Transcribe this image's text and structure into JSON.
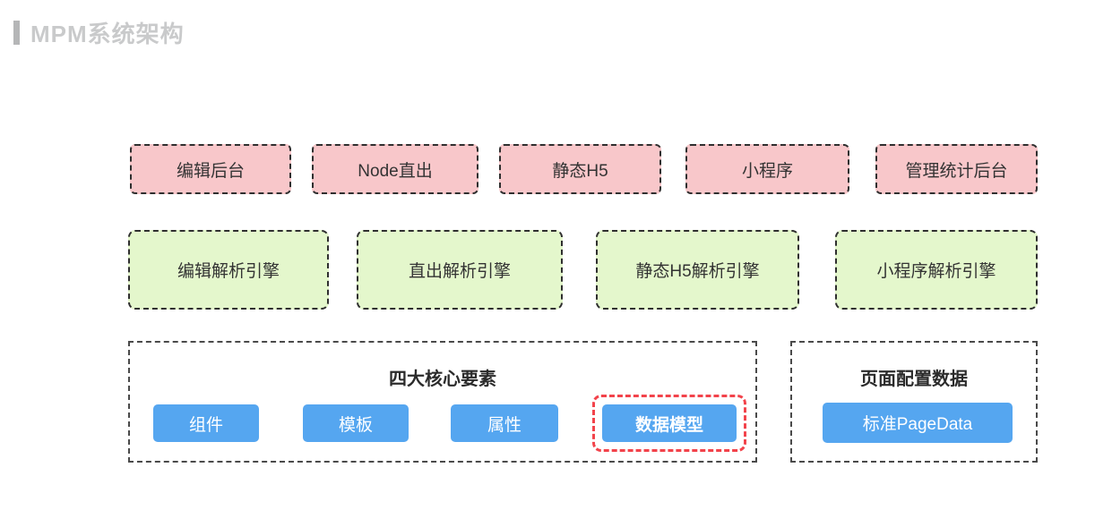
{
  "page": {
    "title": "MPM系统架构"
  },
  "colors": {
    "title_gray": "#c9cacb",
    "accent_bar_gray": "#b5b6b7",
    "platform_pink": "#f8c7ca",
    "engine_green": "#e4f7cc",
    "item_blue": "#55a6f0",
    "highlight_red": "#f2434b",
    "dash_border_dark": "#2f2f2f"
  },
  "platform_row": {
    "items": [
      {
        "label": "编辑后台"
      },
      {
        "label": "Node直出"
      },
      {
        "label": "静态H5"
      },
      {
        "label": "小程序"
      },
      {
        "label": "管理统计后台"
      }
    ]
  },
  "engine_row": {
    "items": [
      {
        "label": "编辑解析引擎"
      },
      {
        "label": "直出解析引擎"
      },
      {
        "label": "静态H5解析引擎"
      },
      {
        "label": "小程序解析引擎"
      }
    ]
  },
  "core_section": {
    "title": "四大核心要素",
    "items": [
      {
        "label": "组件",
        "highlighted": false
      },
      {
        "label": "模板",
        "highlighted": false
      },
      {
        "label": "属性",
        "highlighted": false
      },
      {
        "label": "数据模型",
        "highlighted": true
      }
    ]
  },
  "page_config_section": {
    "title": "页面配置数据",
    "items": [
      {
        "label": "标准PageData"
      }
    ]
  }
}
